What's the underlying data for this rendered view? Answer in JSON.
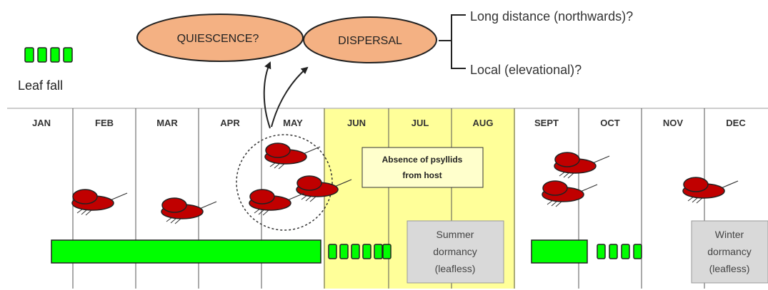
{
  "ellipses": {
    "quiescence": "QUIESCENCE?",
    "dispersal": "DISPERSAL"
  },
  "dispersal_options": {
    "long": "Long distance (northwards)?",
    "local": "Local (elevational)?"
  },
  "legend": {
    "label": "Leaf fall"
  },
  "months": [
    "JAN",
    "FEB",
    "MAR",
    "APR",
    "MAY",
    "JUN",
    "JUL",
    "AUG",
    "SEPT",
    "OCT",
    "NOV",
    "DEC"
  ],
  "highlighted_months": [
    "JUN",
    "JUL",
    "AUG"
  ],
  "absence_label": [
    "Absence of psyllids",
    "from host"
  ],
  "summer_dormancy": [
    "Summer",
    "dormancy",
    "(leafless)"
  ],
  "winter_dormancy": [
    "Winter",
    "dormancy",
    "(leafless)"
  ],
  "colors": {
    "ellipse_fill": "#f4b183",
    "summer_fill": "#ffff99",
    "bar_green": "#00ff00",
    "psyllid": "#c00000",
    "dormancy_box": "#d9d9d9"
  }
}
